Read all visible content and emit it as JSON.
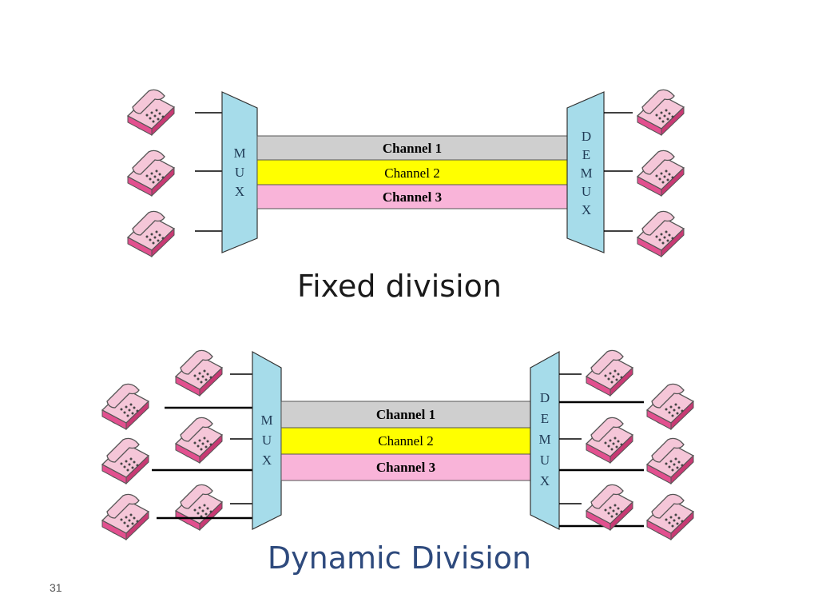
{
  "diagrams": [
    {
      "mux_letters": [
        "M",
        "U",
        "X"
      ],
      "demux_letters": [
        "D",
        "E",
        "M",
        "U",
        "X"
      ],
      "channels": [
        {
          "label": "Channel 1",
          "color": "#cfcfcf",
          "bold": true
        },
        {
          "label": "Channel 2",
          "color": "#ffff00",
          "bold": false
        },
        {
          "label": "Channel 3",
          "color": "#f9b4d9",
          "bold": true
        }
      ],
      "caption": "Fixed division"
    },
    {
      "mux_letters": [
        "M",
        "U",
        "X"
      ],
      "demux_letters": [
        "D",
        "E",
        "M",
        "U",
        "X"
      ],
      "channels": [
        {
          "label": "Channel 1",
          "color": "#cfcfcf",
          "bold": true
        },
        {
          "label": "Channel 2",
          "color": "#ffff00",
          "bold": false
        },
        {
          "label": "Channel 3",
          "color": "#f9b4d9",
          "bold": true
        }
      ],
      "caption": "Dynamic Division"
    }
  ],
  "colors": {
    "mux_fill": "#a6dcea",
    "phone_body": "#f5c6d8",
    "phone_side": "#e2508f",
    "dynamic_caption": "#2e4a7d"
  },
  "icons": [
    "telephone-icon"
  ],
  "page_number": "31"
}
